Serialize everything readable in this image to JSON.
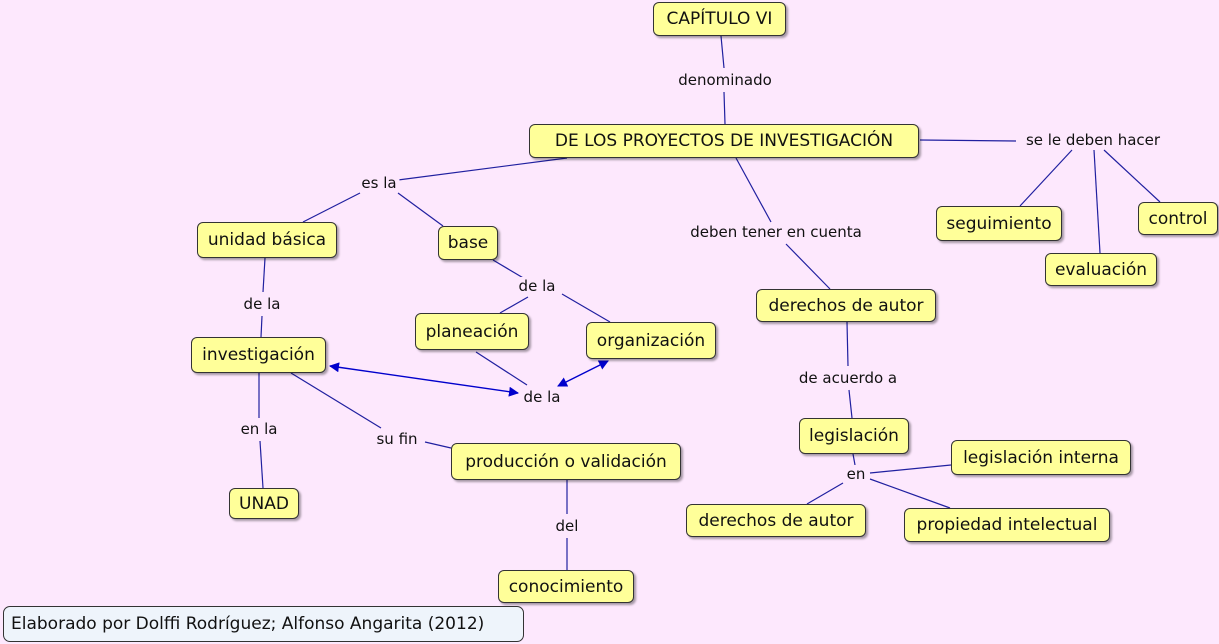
{
  "nodes": {
    "capitulo": "CAPÍTULO VI",
    "proyectos": "DE LOS PROYECTOS DE INVESTIGACIÓN",
    "unidad_basica": "unidad básica",
    "base": "base",
    "investigacion": "investigación",
    "planeacion": "planeación",
    "organizacion": "organización",
    "unad": "UNAD",
    "produccion": "producción o validación",
    "conocimiento": "conocimiento",
    "derechos_autor_1": "derechos de autor",
    "legislacion": "legislación",
    "legislacion_interna": "legislación interna",
    "derechos_autor_2": "derechos de autor",
    "propiedad_intelectual": "propiedad intelectual",
    "seguimiento": "seguimiento",
    "evaluacion": "evaluación",
    "control": "control"
  },
  "links": {
    "denominado": "denominado",
    "es_la": "es la",
    "de_la_1": "de la",
    "de_la_2": "de la",
    "de_la_3": "de la",
    "en_la": "en la",
    "su_fin": "su fin",
    "del": "del",
    "deben_tener": "deben tener en cuenta",
    "de_acuerdo": "de acuerdo a",
    "en": "en",
    "se_le_deben": "se le deben hacer"
  },
  "credit": "Elaborado por Dolffi Rodríguez; Alfonso Angarita (2012)",
  "colors": {
    "background": "#fde8fd",
    "node_fill": "#ffff99",
    "line": "#2020a0",
    "arrow": "#0000cc"
  }
}
